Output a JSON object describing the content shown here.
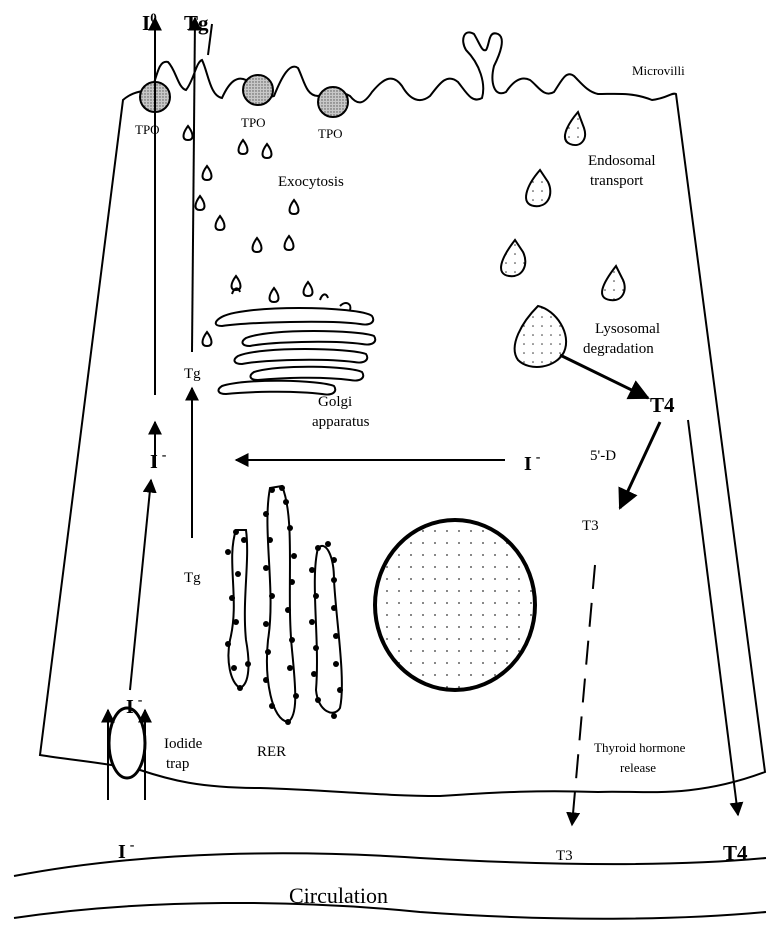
{
  "labels": {
    "iodine_top": "I",
    "iodine_top_sup": "0",
    "tg_top": "Tg",
    "microvilli": "Microvilli",
    "tpo": [
      "TPO",
      "TPO",
      "TPO"
    ],
    "exocytosis": "Exocytosis",
    "endosomal_line1": "Endosomal",
    "endosomal_line2": "transport",
    "lysosomal_line1": "Lysosomal",
    "lysosomal_line2": "degradation",
    "golgi_line1": "Golgi",
    "golgi_line2": "apparatus",
    "tg_mid": "Tg",
    "tg_low": "Tg",
    "t4_inner": "T4",
    "deiodinase": "5'-D",
    "iodide_mid": "I",
    "iodide_mid_sup": "-",
    "iodide_right": "I",
    "iodide_right_sup": "-",
    "t3_inner": "T3",
    "rer": "RER",
    "iodide_trap_line1": "Iodide",
    "iodide_trap_line2": "trap",
    "iodide_low": "I",
    "iodide_low_sup": "-",
    "iodide_blood": "I",
    "iodide_blood_sup": "-",
    "release_line1": "Thyroid hormone",
    "release_line2": "release",
    "t3_blood": "T3",
    "t4_blood": "T4",
    "circulation": "Circulation"
  }
}
